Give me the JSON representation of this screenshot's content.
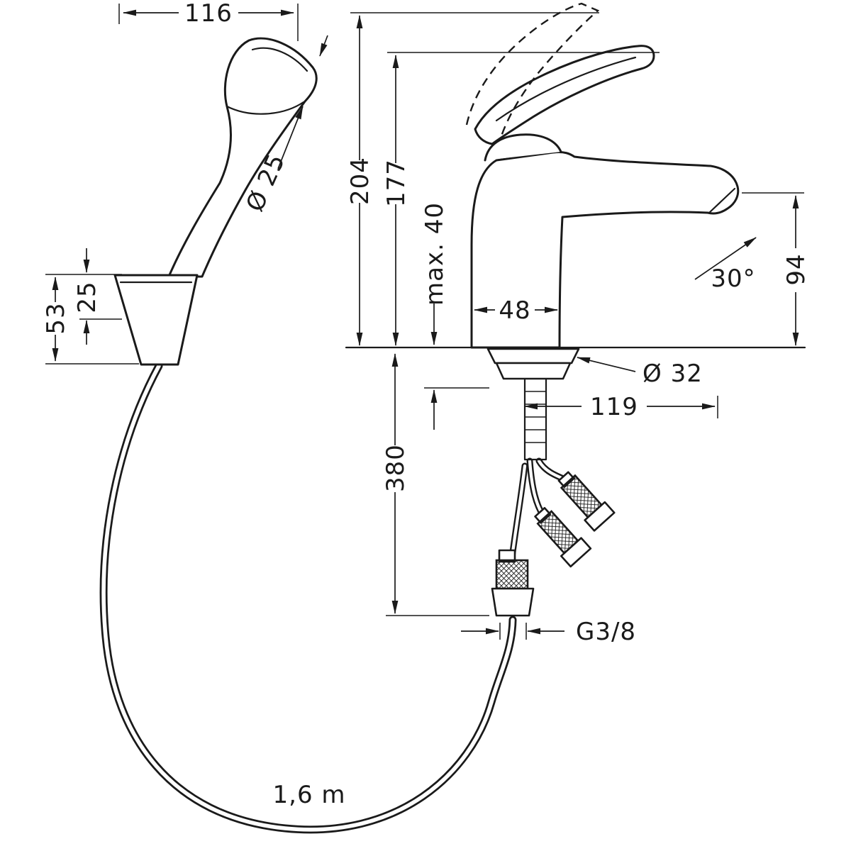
{
  "labels": {
    "handshower_width": "116",
    "handshower_handle_diameter": "Ø 25",
    "holder_height": "53",
    "holder_inset": "25",
    "overall_height": "204",
    "lever_height": "177",
    "max_mounting_thickness": "max. 40",
    "body_width": "48",
    "spray_angle": "30°",
    "spout_height": "94",
    "mounting_hole_diameter": "Ø 32",
    "spout_reach": "119",
    "under_deck_length": "380",
    "connection_thread": "G3/8",
    "hose_length": "1,6 m"
  }
}
